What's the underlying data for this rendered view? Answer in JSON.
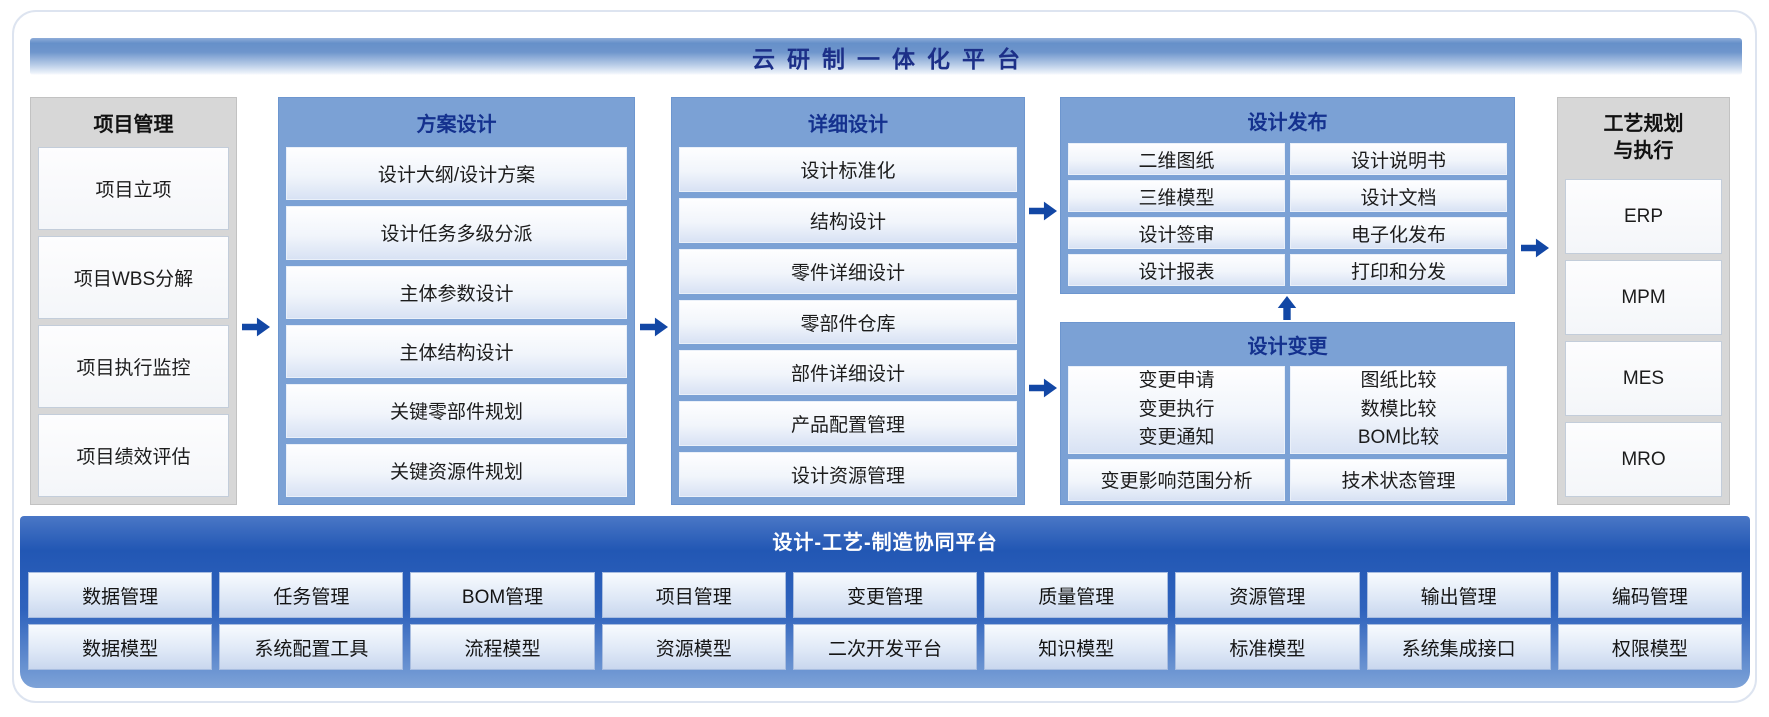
{
  "title": "云研制一体化平台",
  "columns": {
    "project": {
      "header": "项目管理",
      "items": [
        "项目立项",
        "项目WBS分解",
        "项目执行监控",
        "项目绩效评估"
      ]
    },
    "scheme": {
      "header": "方案设计",
      "items": [
        "设计大纲/设计方案",
        "设计任务多级分派",
        "主体参数设计",
        "主体结构设计",
        "关键零部件规划",
        "关键资源件规划"
      ]
    },
    "detail": {
      "header": "详细设计",
      "items": [
        "设计标准化",
        "结构设计",
        "零件详细设计",
        "零部件仓库",
        "部件详细设计",
        "产品配置管理",
        "设计资源管理"
      ]
    },
    "release": {
      "header": "设计发布",
      "items": [
        "二维图纸",
        "设计说明书",
        "三维模型",
        "设计文档",
        "设计签审",
        "电子化发布",
        "设计报表",
        "打印和分发"
      ]
    },
    "change": {
      "header": "设计变更",
      "left_lines": [
        "变更申请",
        "变更执行",
        "变更通知"
      ],
      "right_lines": [
        "图纸比较",
        "数模比较",
        "BOM比较"
      ],
      "bottom_left": "变更影响范围分析",
      "bottom_right": "技术状态管理"
    },
    "process": {
      "header": "工艺规划与执行",
      "header_lines": [
        "工艺规划",
        "与执行"
      ],
      "items": [
        "ERP",
        "MPM",
        "MES",
        "MRO"
      ]
    }
  },
  "bottom": {
    "banner": "设计-工艺-制造协同平台",
    "row1": [
      "数据管理",
      "任务管理",
      "BOM管理",
      "项目管理",
      "变更管理",
      "质量管理",
      "资源管理",
      "输出管理",
      "编码管理"
    ],
    "row2": [
      "数据模型",
      "系统配置工具",
      "流程模型",
      "资源模型",
      "二次开发平台",
      "知识模型",
      "标准模型",
      "系统集成接口",
      "权限模型"
    ]
  },
  "icons": {
    "flow_arrow_right": "→",
    "flow_arrow_up": "↑"
  },
  "colors": {
    "panel_blue": "#7ba1d5",
    "panel_gray": "#d7d7d7",
    "header_navy_text": "#14318e",
    "arrow_blue": "#1247a5",
    "bottom_banner_blue": "#2257b4"
  }
}
